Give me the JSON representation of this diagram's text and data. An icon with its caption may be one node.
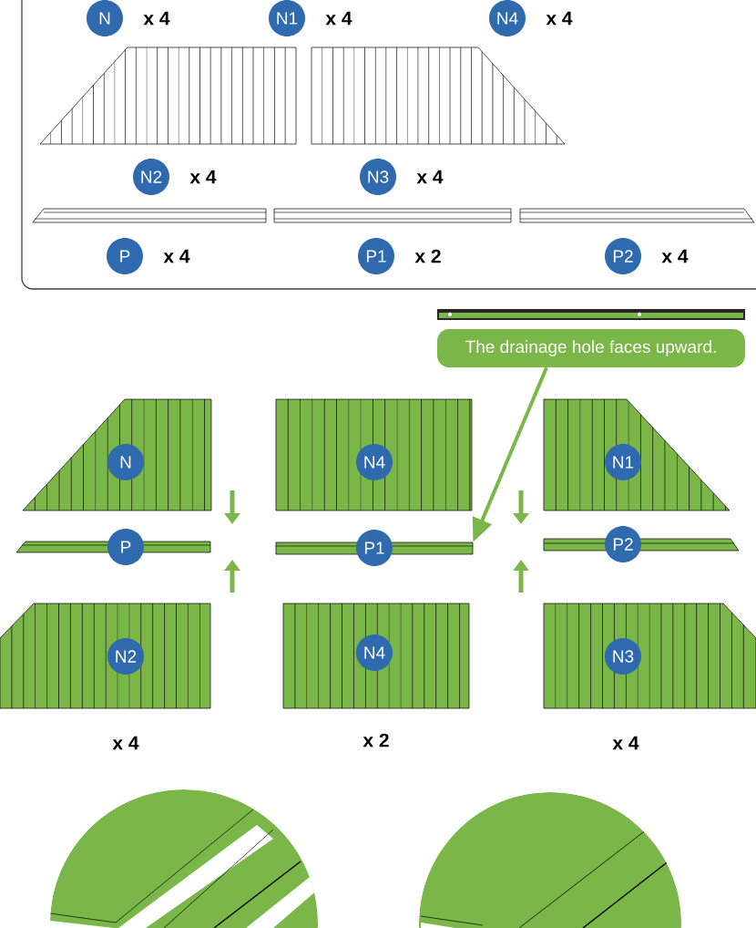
{
  "diagram": {
    "nodes": [
      {
        "text": [
          "N"
        ],
        "beside": [
          "x 4"
        ]
      },
      {
        "text": [
          "N1"
        ],
        "beside": [
          "x 4"
        ]
      },
      {
        "text": [
          "N4"
        ],
        "beside": [
          "x 4"
        ]
      },
      {
        "text": [
          "N2"
        ],
        "beside": [
          "x 4"
        ]
      },
      {
        "text": [
          "N3"
        ],
        "beside": [
          "x 4"
        ]
      },
      {
        "text": [
          "P"
        ],
        "beside": [
          "x 4"
        ]
      },
      {
        "text": [
          "P1"
        ],
        "beside": [
          "x 2"
        ]
      },
      {
        "text": [
          "P2"
        ],
        "beside": [
          "x 4"
        ]
      },
      {
        "text": [
          "The drainage hole faces upward."
        ]
      },
      {
        "text": [
          "N"
        ]
      },
      {
        "text": [
          "N4"
        ]
      },
      {
        "text": [
          "N1"
        ]
      },
      {
        "text": [
          "P"
        ]
      },
      {
        "text": [
          "P1"
        ]
      },
      {
        "text": [
          "P2"
        ]
      },
      {
        "text": [
          "N2"
        ]
      },
      {
        "text": [
          "N4"
        ]
      },
      {
        "text": [
          "N3"
        ]
      },
      {
        "text": [],
        "shape": "bar"
      }
    ],
    "edges": [
      {
        "from": 8,
        "to": 18,
        "arrow": "to"
      }
    ],
    "labels": [
      "x 4",
      "x 2",
      "x 4"
    ]
  }
}
